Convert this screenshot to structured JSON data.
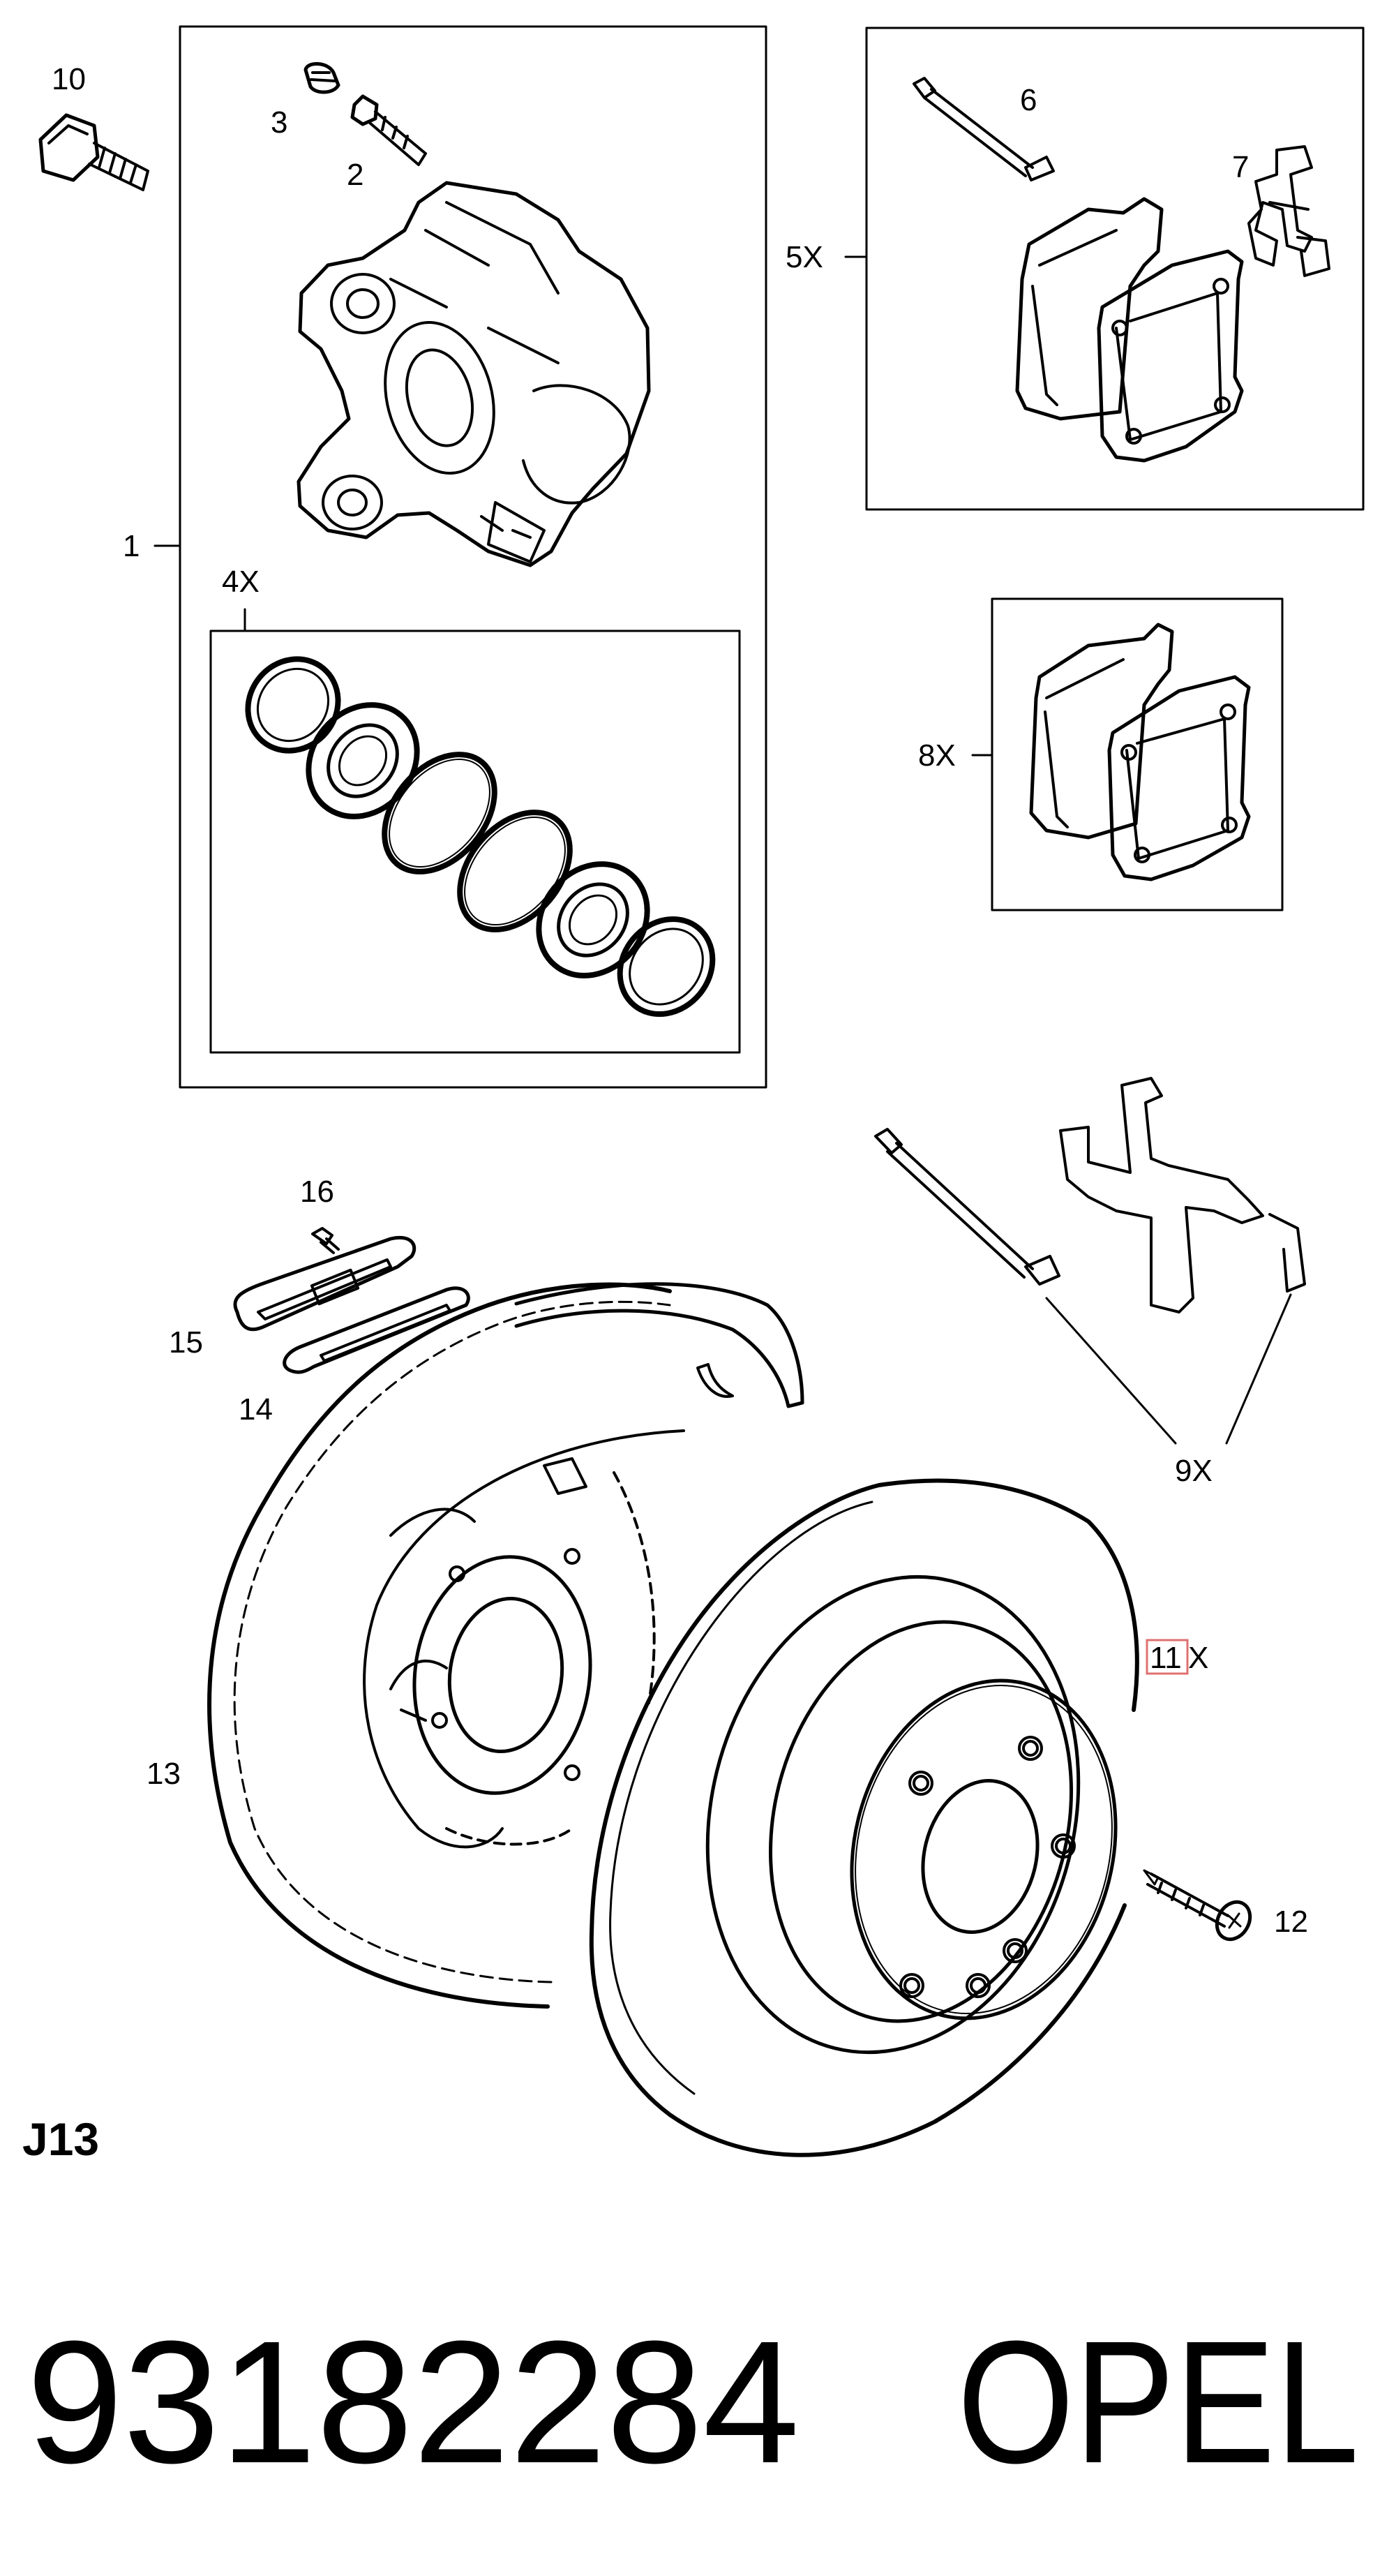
{
  "callouts": {
    "c1": "1",
    "c2": "2",
    "c3": "3",
    "c4x": "4X",
    "c5x": "5X",
    "c6": "6",
    "c7": "7",
    "c8x": "8X",
    "c9x": "9X",
    "c10": "10",
    "c11": "11",
    "c11x_suffix": "X",
    "c12": "12",
    "c13": "13",
    "c14": "14",
    "c15": "15",
    "c16": "16"
  },
  "diagram_code": "J13",
  "part_number": "93182284",
  "brand": "OPEL",
  "colors": {
    "line": "#000000",
    "highlight": "#e07070",
    "background": "#ffffff"
  }
}
